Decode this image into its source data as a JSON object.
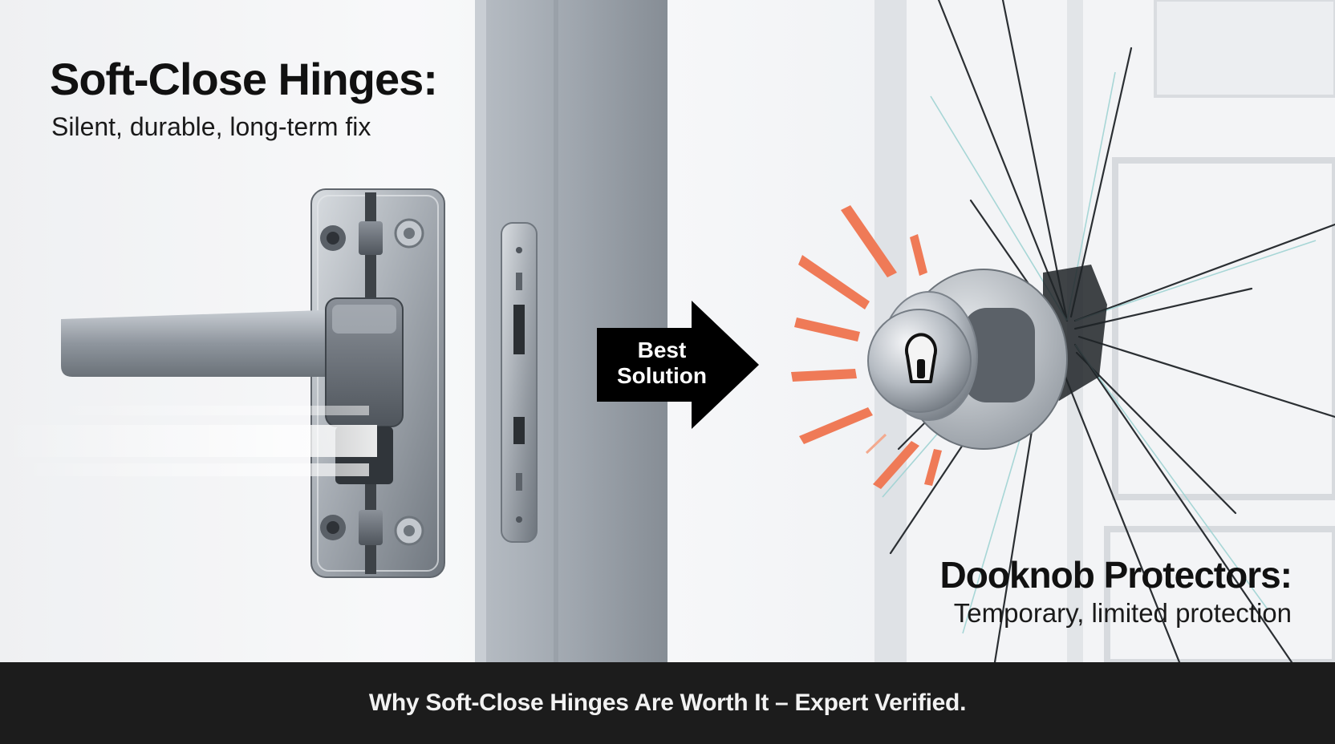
{
  "left": {
    "title": "Soft-Close Hinges:",
    "subtitle": "Silent, durable, long-term fix"
  },
  "right": {
    "title": "Dooknob Protectors:",
    "subtitle": "Temporary, limited protection"
  },
  "arrow": {
    "line1": "Best",
    "line2": "Solution"
  },
  "footer": {
    "caption": "Why Soft-Close Hinges Are Worth It – Expert Verified."
  },
  "colors": {
    "accent_impact": "#ef7a57",
    "arrow": "#000000",
    "footer_bg": "#1c1c1c",
    "glass_crack": "#9fd3d3"
  }
}
